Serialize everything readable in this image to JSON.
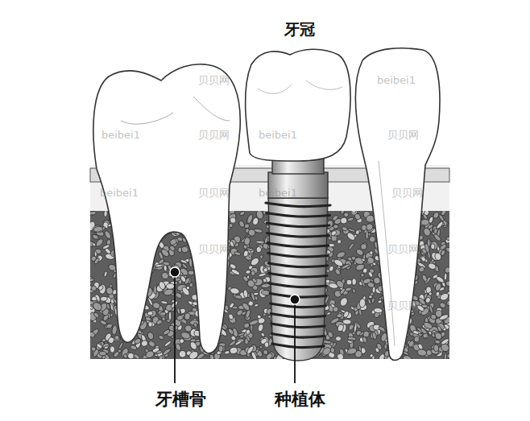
{
  "diagram": {
    "labels": [
      "牙冠",
      "牙槽骨",
      "种植体",
      "贝贝网",
      "beibei1",
      "beibei1",
      "贝贝网",
      "beibei1",
      "贝贝网",
      "beibei1",
      "贝贝网",
      "beibei1",
      "贝贝网",
      "贝贝网",
      "贝贝网",
      "贝贝网"
    ]
  }
}
